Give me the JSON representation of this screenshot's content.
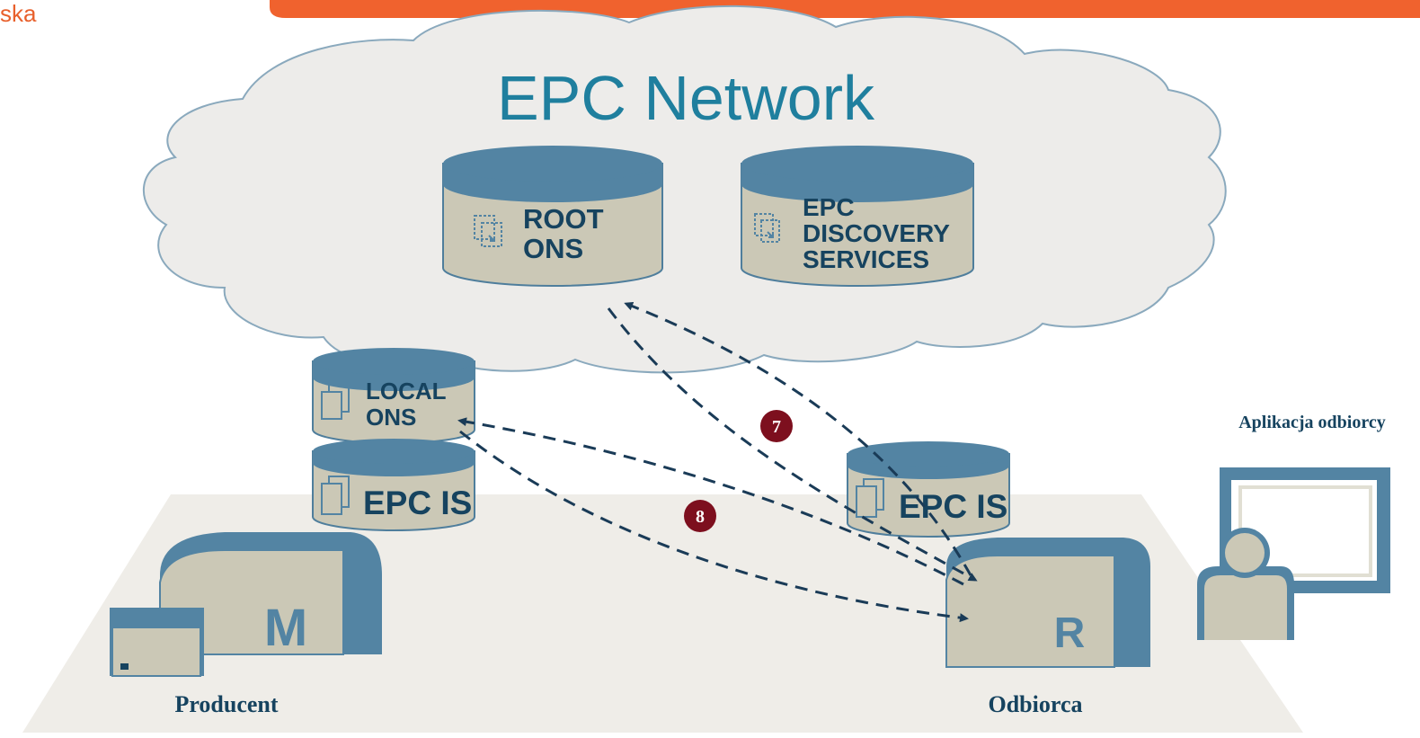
{
  "corner_text": "ska",
  "cloud_title": "EPC Network",
  "root_ons": {
    "line1": "ROOT",
    "line2": "ONS"
  },
  "discovery": {
    "line1": "EPC",
    "line2": "DISCOVERY",
    "line3": "SERVICES"
  },
  "local_ons": {
    "line1": "LOCAL",
    "line2": "ONS"
  },
  "epcis_producer": "EPC IS",
  "epcis_receiver": "EPC IS",
  "manufacturer_letter": "M",
  "receiver_letter": "R",
  "steps": [
    "7",
    "8"
  ],
  "producer_label": "Producent",
  "receiver_label": "Odbiorca",
  "app_label": "Aplikacja odbiorcy",
  "colors": {
    "accent_orange": "#f0622e",
    "cylinder_top": "#5384a3",
    "cylinder_body": "#cbc8b6",
    "label_text": "#16435f",
    "badge": "#7d0f1e",
    "arrow": "#1a3b57",
    "title_blue": "#1f7f9e"
  }
}
